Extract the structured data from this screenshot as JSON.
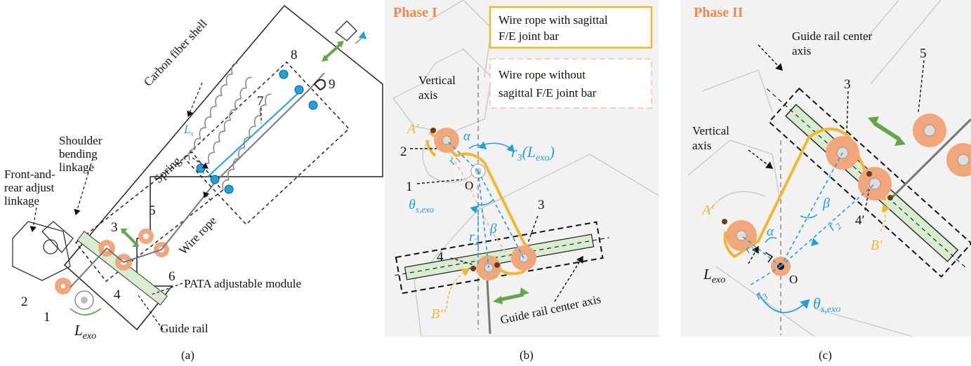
{
  "panel_a": {
    "caption": "(a)",
    "labels": {
      "carbon_shell": "Carbon fiber shell",
      "shoulder_line1": "Shoulder",
      "shoulder_line2": "bending",
      "shoulder_line3": "linkage",
      "front_line1": "Front-and-",
      "front_line2": "rear adjust",
      "front_line3": "linkage",
      "spring": "Spring",
      "wire_rope": "Wire rope",
      "pata": "PATA adjustable module",
      "guide_rail": "Guide rail",
      "ls": "L",
      "ls_sub": "s",
      "lexo": "L",
      "lexo_sub": "exo"
    },
    "numbers": [
      "1",
      "2",
      "3",
      "4",
      "5",
      "6",
      "7",
      "8",
      "9"
    ]
  },
  "panel_b": {
    "caption": "(b)",
    "phase": "Phase I",
    "legend_with": [
      "Wire rope with sagittal",
      "F/E joint bar"
    ],
    "legend_without": [
      "Wire rope without",
      "sagittal F/E joint bar"
    ],
    "vertical_axis": [
      "Vertical",
      "axis"
    ],
    "guide_center": "Guide rail center axis",
    "numbers": [
      "1",
      "2",
      "3",
      "4"
    ],
    "point_o": "O",
    "a_prime": "A′",
    "b_prime": "B′′",
    "alpha": "α",
    "beta": "β",
    "r1": "r",
    "r1_sub": "1",
    "r2": "r",
    "r2_sub": "2",
    "r3": "r",
    "r3_sub": "3",
    "r3_arg": "(L",
    "r3_arg_sub": "exo",
    "r3_close": ")",
    "theta": "θ",
    "theta_sub": "s,exo"
  },
  "panel_c": {
    "caption": "(c)",
    "phase": "Phase II",
    "guide_center": [
      "Guide rail center",
      "axis"
    ],
    "vertical_axis": [
      "Vertical",
      "axis"
    ],
    "numbers": [
      "3",
      "4′",
      "5"
    ],
    "point_o": "O",
    "a_prime": "A′",
    "b_prime": "B′",
    "alpha": "α",
    "beta": "β",
    "r1": "r",
    "r1_sub": "1",
    "r2": "r",
    "r2_sub": "2",
    "r3": "r",
    "r3_sub": "3",
    "lexo": "L",
    "lexo_sub": "exo",
    "theta": "θ",
    "theta_sub": "s,exo"
  },
  "colors": {
    "pulley": "#f2a77a",
    "pulley_ring": "#e58a55",
    "rope_yellow": "#f3b72b",
    "blue": "#1fa0e0",
    "green_arrow": "#62a84a",
    "rail": "#d8ecd0",
    "phase": "#ee8a48",
    "bg_gray": "#f2f2f2"
  }
}
